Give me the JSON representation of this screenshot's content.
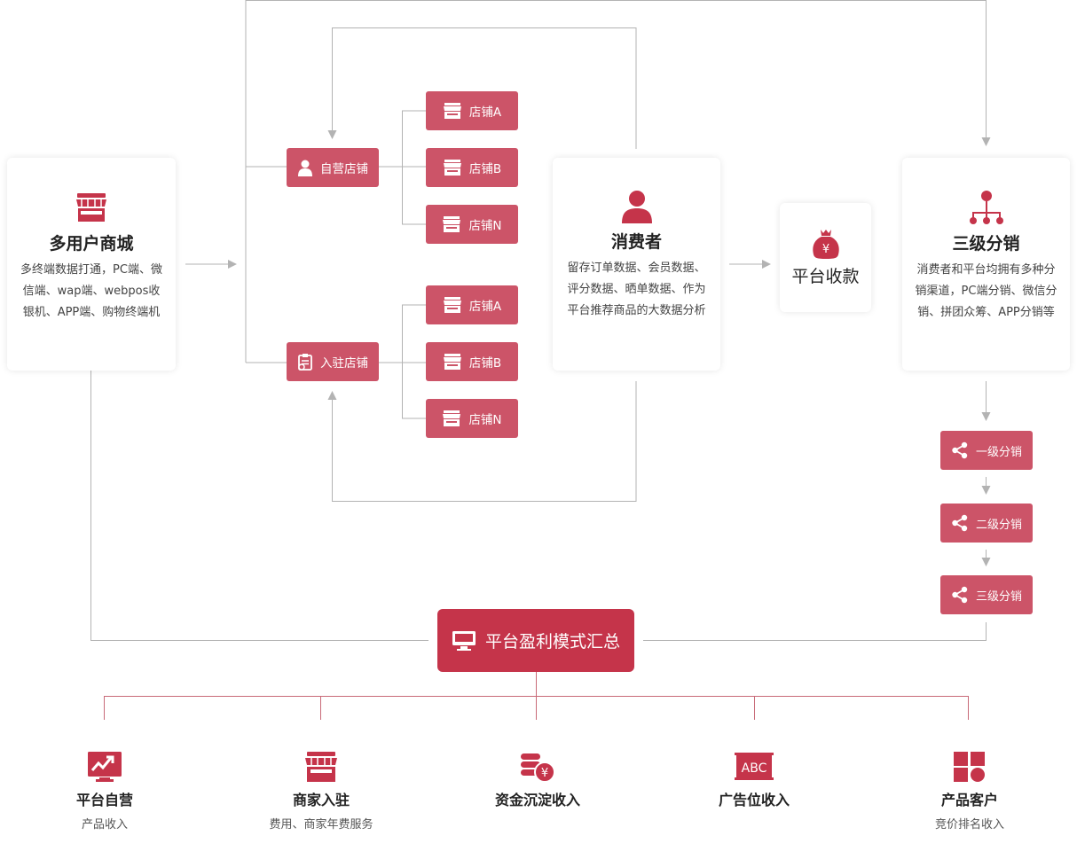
{
  "mall": {
    "title": "多用户商城",
    "desc": "多终端数据打通，PC端、微信端、wap端、webpos收银机、APP端、购物终端机",
    "icon": "store-icon"
  },
  "self_store": {
    "label": "自营店铺",
    "icon": "person-icon"
  },
  "settled_store": {
    "label": "入驻店铺",
    "icon": "clipboard-icon"
  },
  "stores_top": [
    {
      "label": "店铺A"
    },
    {
      "label": "店铺B"
    },
    {
      "label": "店铺N"
    }
  ],
  "stores_bottom": [
    {
      "label": "店铺A"
    },
    {
      "label": "店铺B"
    },
    {
      "label": "店铺N"
    }
  ],
  "consumer": {
    "title": "消费者",
    "desc": "留存订单数据、会员数据、评分数据、晒单数据、作为平台推荐商品的大数据分析",
    "icon": "user-icon"
  },
  "payment": {
    "title": "平台收款",
    "icon": "money-bag-icon"
  },
  "distribution": {
    "title": "三级分销",
    "desc": "消费者和平台均拥有多种分销渠道，PC端分销、微信分销、拼团众筹、APP分销等",
    "icon": "network-icon"
  },
  "levels": [
    {
      "label": "一级分销"
    },
    {
      "label": "二级分销"
    },
    {
      "label": "三级分销"
    }
  ],
  "summary": {
    "label": "平台盈利模式汇总",
    "icon": "monitor-icon"
  },
  "revenues": [
    {
      "title": "平台自营",
      "sub": "产品收入",
      "icon": "chart-icon"
    },
    {
      "title": "商家入驻",
      "sub": "费用、商家年费服务",
      "icon": "store-icon"
    },
    {
      "title": "资金沉淀收入",
      "sub": "",
      "icon": "coins-icon"
    },
    {
      "title": "广告位收入",
      "sub": "",
      "icon": "abc-board-icon"
    },
    {
      "title": "产品客户",
      "sub": "竞价排名收入",
      "icon": "blocks-icon"
    }
  ],
  "colors": {
    "primary": "#c5344a",
    "button": "#cc5468",
    "line": "#b3b3b3",
    "line_red": "#c86a78"
  }
}
